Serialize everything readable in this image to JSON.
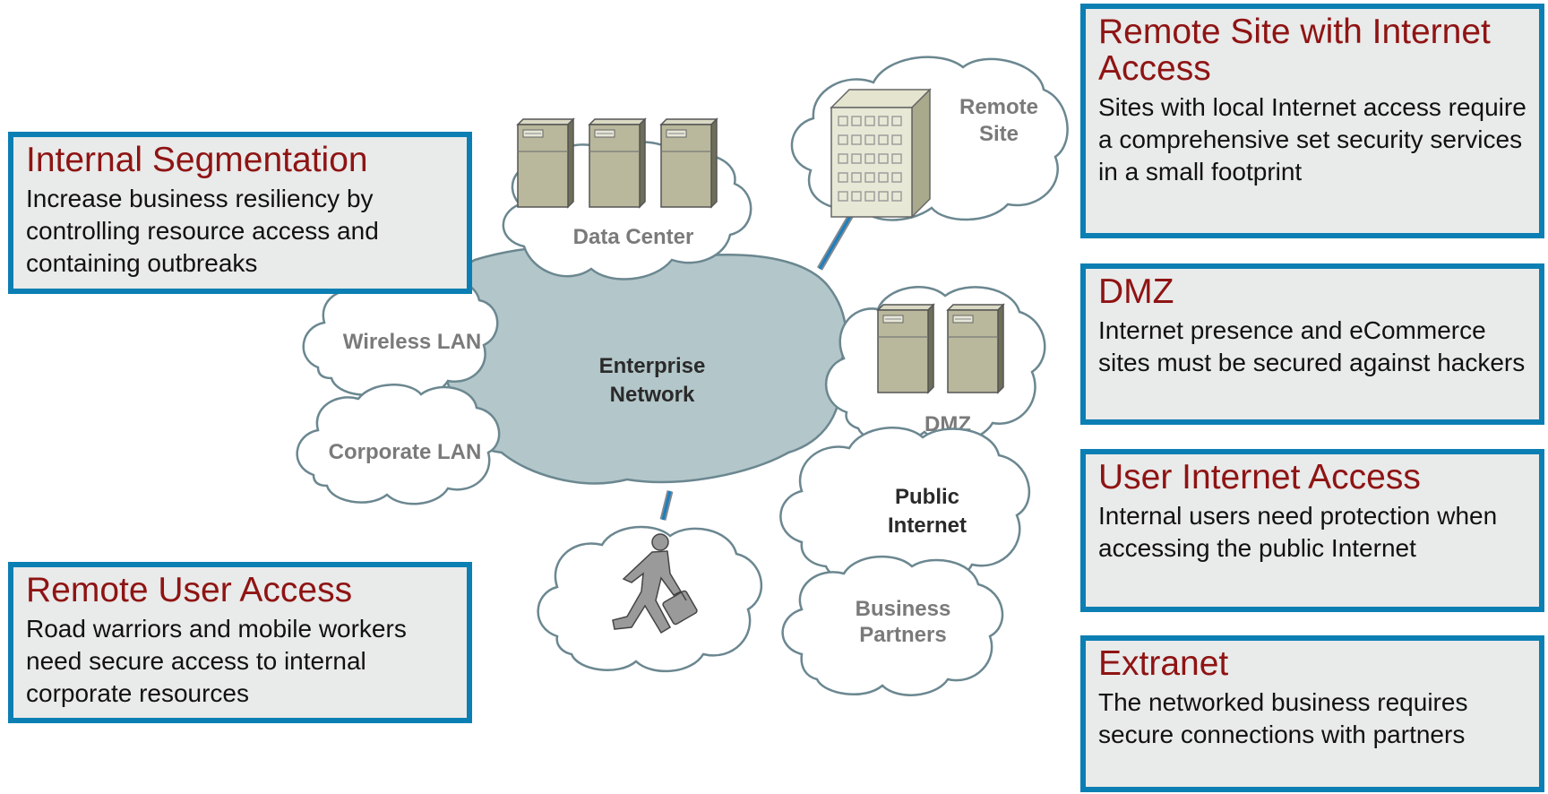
{
  "colors": {
    "callout_border": "#0b7fb3",
    "callout_fill": "#e9eaea",
    "callout_title": "#8e1413",
    "enterprise_cloud": "#b3c6c9",
    "link_line": "#1a7fc0"
  },
  "clouds": {
    "data_center": "Data Center",
    "remote_site_1": "Remote",
    "remote_site_2": "Site",
    "wireless_lan": "Wireless LAN",
    "corporate_lan": "Corporate LAN",
    "enterprise_1": "Enterprise",
    "enterprise_2": "Network",
    "dmz": "DMZ",
    "public_internet_1": "Public",
    "public_internet_2": "Internet",
    "business_partners_1": "Business",
    "business_partners_2": "Partners"
  },
  "icons": {
    "server": "server-tower-icon",
    "building": "office-building-icon",
    "mobile_user": "running-businessman-icon"
  },
  "callouts": {
    "internal_segmentation": {
      "title": "Internal Segmentation",
      "body": "Increase business resiliency by controlling resource access and containing outbreaks"
    },
    "remote_user_access": {
      "title": "Remote User Access",
      "body": "Road warriors and mobile workers need secure access to internal corporate resources"
    },
    "remote_site": {
      "title": "Remote Site with Internet Access",
      "body": "Sites with local Internet access require a comprehensive set security services in a small footprint"
    },
    "dmz": {
      "title": "DMZ",
      "body": "Internet presence and eCommerce sites must be secured against hackers"
    },
    "user_internet_access": {
      "title": "User Internet Access",
      "body": "Internal users need protection when accessing the public Internet"
    },
    "extranet": {
      "title": "Extranet",
      "body": "The networked business requires secure connections with partners"
    }
  }
}
